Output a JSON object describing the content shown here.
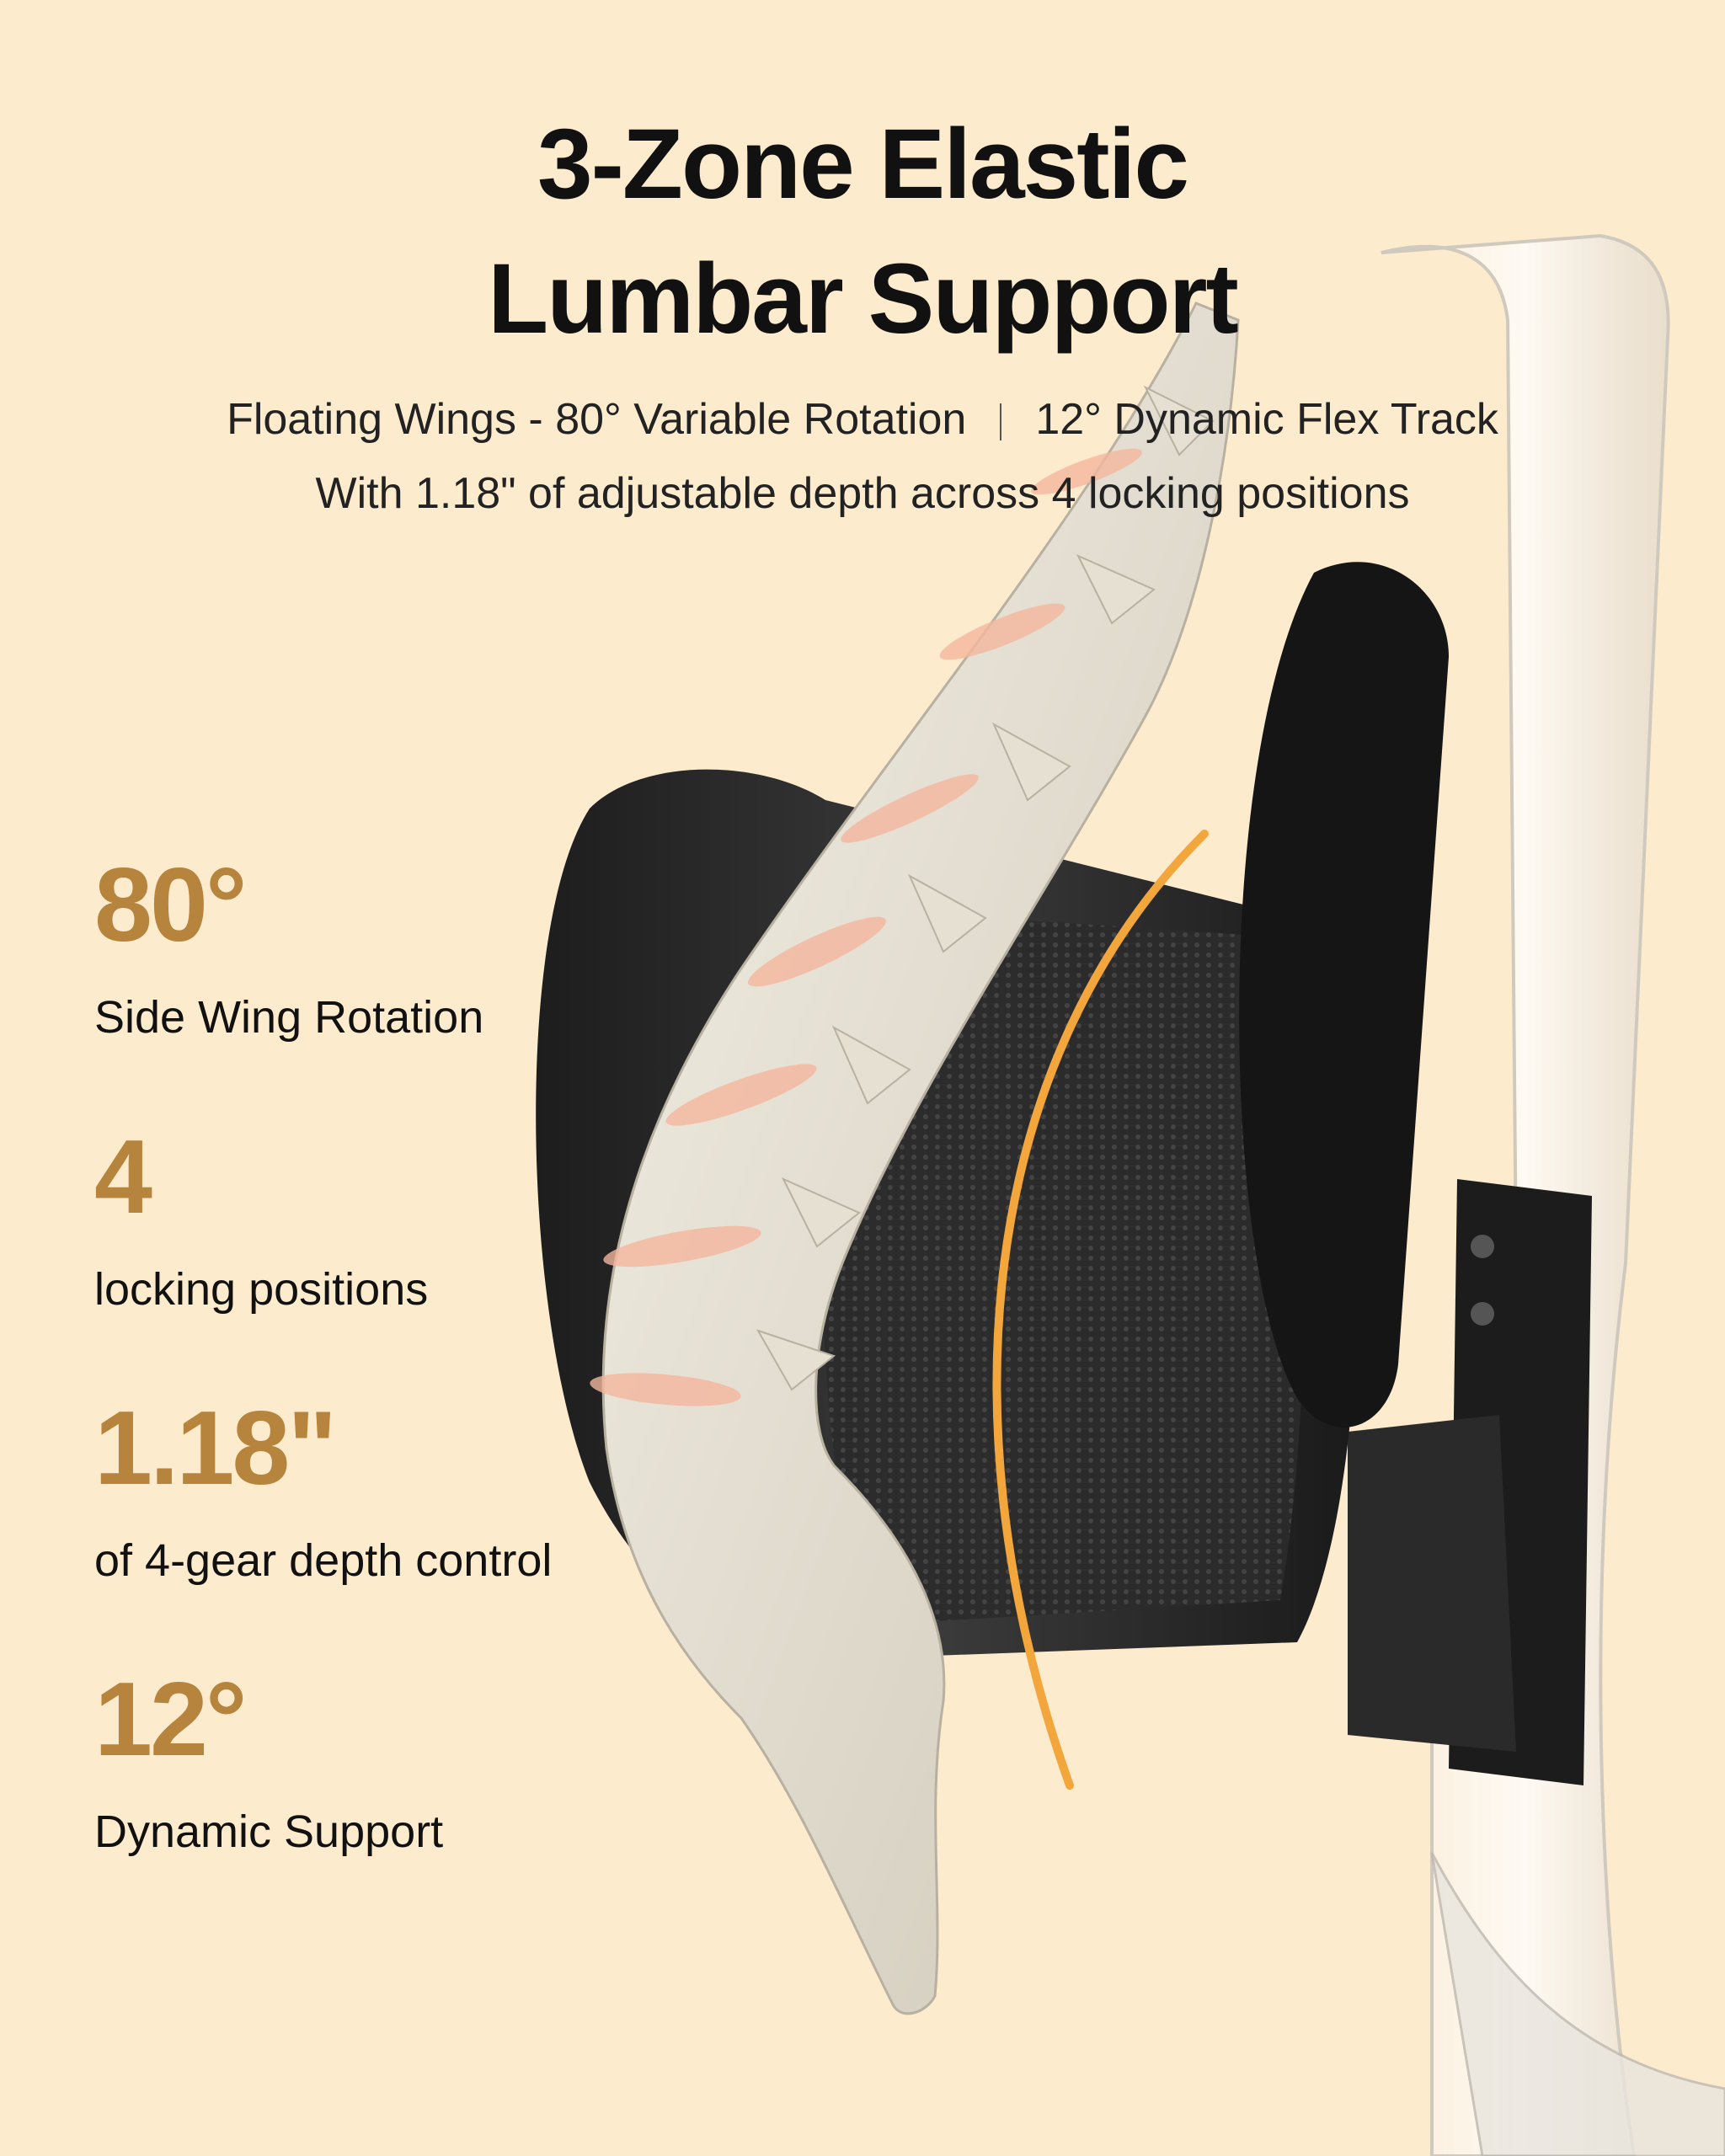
{
  "title": {
    "line1": "3-Zone Elastic",
    "line2": "Lumbar Support"
  },
  "subtitle": {
    "line1_left": "Floating Wings - 80° Variable Rotation",
    "line1_right": "12° Dynamic Flex Track",
    "line2": "With 1.18\" of adjustable depth across 4 locking positions"
  },
  "stats": [
    {
      "value": "80°",
      "label": "Side Wing Rotation"
    },
    {
      "value": "4",
      "label": "locking positions"
    },
    {
      "value": "1.18\"",
      "label": "of 4-gear depth control"
    },
    {
      "value": "12°",
      "label": "Dynamic Support"
    }
  ],
  "colors": {
    "background": "#FDEBCE",
    "accent_gold": "#B7843D",
    "arc_orange": "#F2A63B",
    "title_text": "#111111"
  },
  "illustration": {
    "subject": "spine-over-lumbar-pillow",
    "icons": [
      "spine-illustration",
      "lumbar-cushion",
      "chair-frame",
      "flex-arc"
    ]
  }
}
